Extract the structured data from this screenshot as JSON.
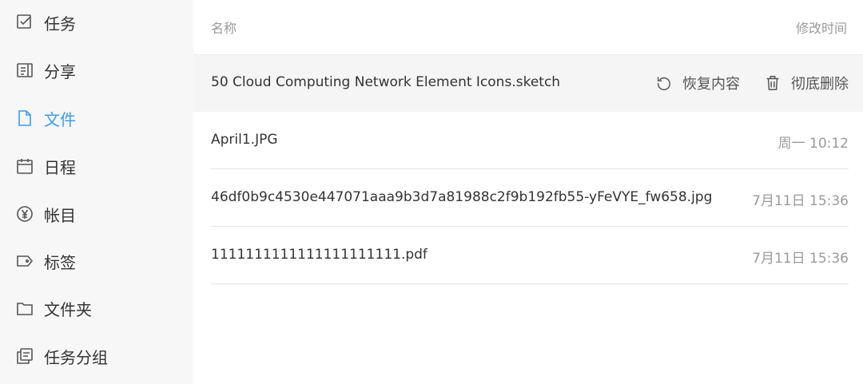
{
  "sidebar": {
    "items": [
      {
        "label": "任务",
        "icon": "checkbox-icon"
      },
      {
        "label": "分享",
        "icon": "share-doc-icon"
      },
      {
        "label": "文件",
        "icon": "file-icon",
        "active": true
      },
      {
        "label": "日程",
        "icon": "calendar-icon"
      },
      {
        "label": "帐目",
        "icon": "yen-icon"
      },
      {
        "label": "标签",
        "icon": "tag-icon"
      },
      {
        "label": "文件夹",
        "icon": "folder-icon"
      },
      {
        "label": "任务分组",
        "icon": "task-group-icon"
      }
    ]
  },
  "table": {
    "header": {
      "name": "名称",
      "time": "修改时间"
    },
    "rows": [
      {
        "name": "50 Cloud Computing Network Element Icons.sketch",
        "time": ""
      },
      {
        "name": "April1.JPG",
        "time": "周一 10:12"
      },
      {
        "name": "46df0b9c4530e447071aaa9b3d7a81988c2f9b192fb55-yFeVYE_fw658.jpg",
        "time": "7月11日 15:36"
      },
      {
        "name": "1111111111111111111111.pdf",
        "time": "7月11日 15:36"
      }
    ],
    "row_actions": {
      "restore": "恢复内容",
      "delete": "彻底删除"
    }
  },
  "colors": {
    "accent": "#3a9cf0",
    "text": "#333333",
    "muted": "#9a9a9a"
  }
}
